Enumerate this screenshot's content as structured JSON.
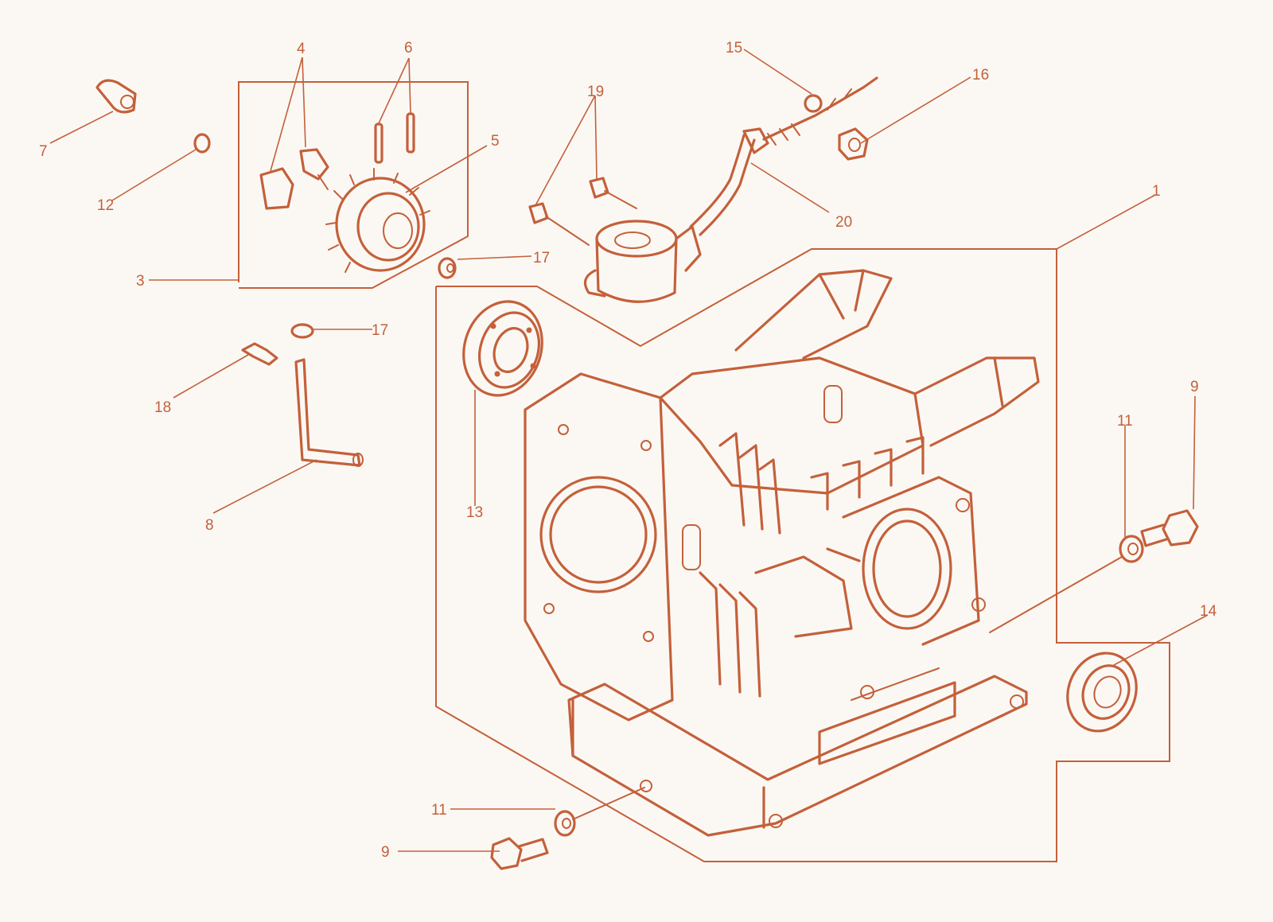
{
  "colors": {
    "ink": "#c4603a",
    "background": "#fbf8f4"
  },
  "labels": {
    "l1": "1",
    "l3": "3",
    "l4": "4",
    "l5": "5",
    "l6": "6",
    "l7": "7",
    "l8": "8",
    "l9a": "9",
    "l9b": "9",
    "l11a": "11",
    "l11b": "11",
    "l12": "12",
    "l13": "13",
    "l14": "14",
    "l15": "15",
    "l16": "16",
    "l17a": "17",
    "l17b": "17",
    "l18": "18",
    "l19": "19",
    "l20": "20"
  }
}
